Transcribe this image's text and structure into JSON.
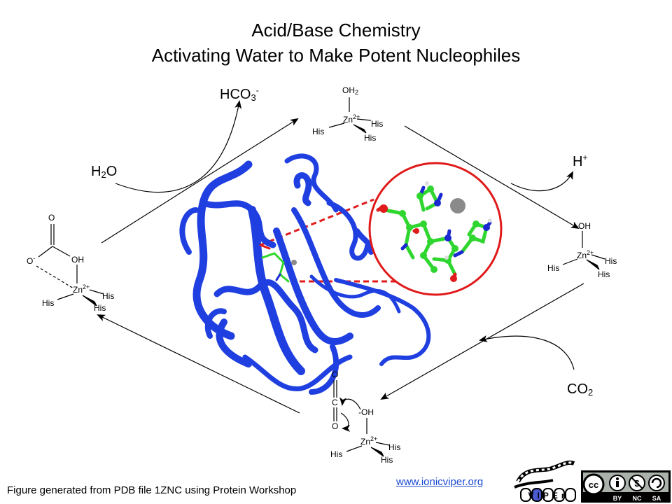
{
  "title_line1": "Acid/Base Chemistry",
  "title_line2": "Activating Water to Make Potent Nucleophiles",
  "species": {
    "hco3": "HCO",
    "hco3_sub": "3",
    "hco3_sup": "-",
    "h2o_h": "H",
    "h2o_sub": "2",
    "h2o_o": "O",
    "hplus": "H",
    "hplus_sup": "+",
    "co2": "CO",
    "co2_sub": "2"
  },
  "atoms": {
    "zn": "Zn",
    "zn_charge": "2+",
    "his": "His",
    "oh2": "OH",
    "oh2_sub": "2",
    "oh": "OH",
    "neg_oh": "-OH",
    "o": "O",
    "o_neg": "O",
    "o_neg_sup": "-",
    "c": "C"
  },
  "footer_text": "Figure generated from PDB file 1ZNC using Protein Workshop",
  "link_text": "www.ionicviper.org",
  "cc_license": {
    "cc": "cc",
    "by": "BY",
    "nc": "NC",
    "sa": "SA"
  },
  "viper_logo": "VIPEr",
  "colors": {
    "protein": "#1f3fe0",
    "zoom_circle": "#e01a1a",
    "carbon": "#2fd62f",
    "nitrogen": "#1a2ad0",
    "oxygen": "#e01a1a",
    "zinc": "#8a8a8a"
  }
}
